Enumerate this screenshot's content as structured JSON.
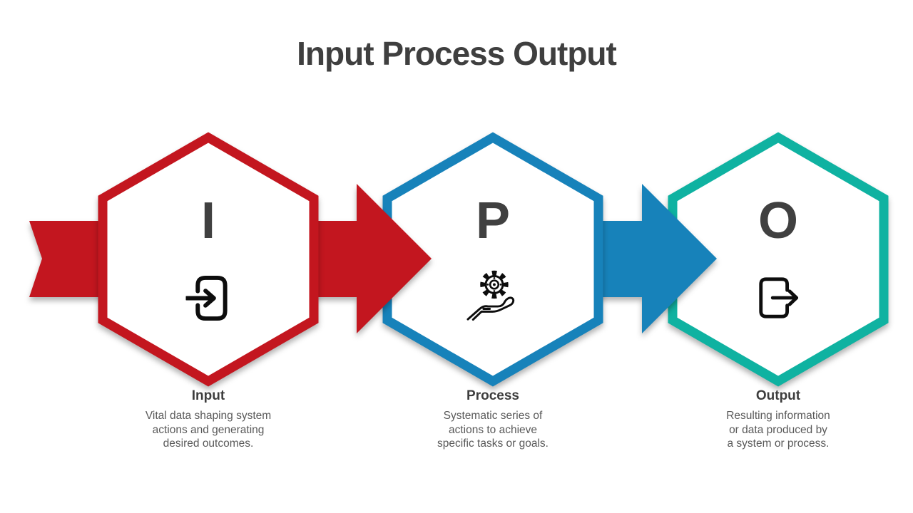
{
  "title": "Input Process Output",
  "colors": {
    "red": "#C3161F",
    "blue": "#1782BA",
    "teal": "#0FB2A1",
    "letter": "#404040",
    "heading": "#3F3F3F",
    "label": "#3D3D3D",
    "description": "#595959",
    "icon": "#0D0D0D",
    "background": "#FFFFFF"
  },
  "steps": [
    {
      "letter": "I",
      "name": "Input",
      "description": "Vital data shaping system\nactions and generating\ndesired outcomes.",
      "icon": "login-icon",
      "accent": "#C3161F"
    },
    {
      "letter": "P",
      "name": "Process",
      "description": "Systematic series of\nactions to achieve\nspecific tasks or goals.",
      "icon": "gear-hand-icon",
      "accent": "#1782BA"
    },
    {
      "letter": "O",
      "name": "Output",
      "description": "Resulting information\nor data produced by\na system or process.",
      "icon": "logout-icon",
      "accent": "#0FB2A1"
    }
  ],
  "connectors": [
    {
      "name": "input-arrow",
      "color": "#C3161F"
    },
    {
      "name": "process-to-output-arrow",
      "color": "#1782BA"
    }
  ]
}
